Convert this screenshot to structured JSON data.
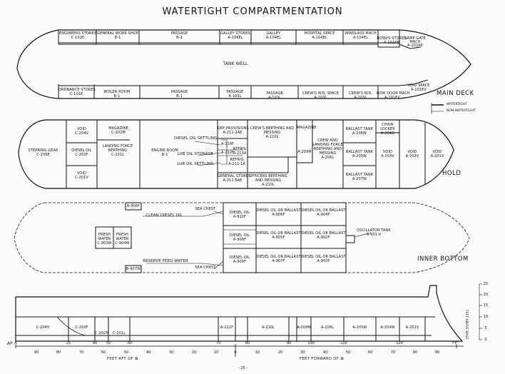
{
  "title": "WATERTIGHT COMPARTMENTATION",
  "deck_labels": {
    "main_deck": "MAIN DECK",
    "hold": "HOLD",
    "inner_bottom": "INNER BOTTOM"
  },
  "legend": {
    "watertight": "WATERTIGHT",
    "non_watertight": "NON-WATERTIGHT"
  },
  "main_deck": {
    "tank_well": "TANK WELL",
    "top": [
      {
        "name": "ENGINEERS STORES",
        "code": "C-102E"
      },
      {
        "name": "GENERAL WORK SHOP",
        "code": "B-1"
      },
      {
        "name": "PASSAGE",
        "code": "B-1"
      },
      {
        "name": "GALLEY STORES",
        "code": "A-104EL"
      },
      {
        "name": "GALLEY",
        "code": "A-104EL"
      },
      {
        "name": "HOSPITAL SPACE",
        "code": "A-104EL"
      },
      {
        "name": "WINDLASS MACH",
        "code": "A-104EL"
      },
      {
        "name": "BOSN'S STORES",
        "code": "A-102AE"
      },
      {
        "name": "RAMP GATE MACH",
        "code": "A-102AE"
      }
    ],
    "bottom": [
      {
        "name": "ORDNANCE STORES",
        "code": "C-101E"
      },
      {
        "name": "BOILER ROOM",
        "code": "B-1"
      },
      {
        "name": "PASSAGE",
        "code": "B-1"
      },
      {
        "name": "PASSAGE",
        "code": "A-103L"
      },
      {
        "name": "PASSAGE",
        "code": "A-103L"
      },
      {
        "name": "CREW'S W.R. SPACE",
        "code": "A-103L"
      },
      {
        "name": "CREW'S W.R.",
        "code": "A-103L"
      },
      {
        "name": "BOW DOOR MACH",
        "code": "A-101EV"
      },
      {
        "name": "VOID SPACE",
        "code": "A-101EV"
      }
    ]
  },
  "hold": [
    {
      "name": "STEERING GEAR",
      "code": "C-206E"
    },
    {
      "name": "VOID",
      "code": "C-204V"
    },
    {
      "name": "DIESEL OIL",
      "code": "C-203F"
    },
    {
      "name": "VOID",
      "code": "C-201V"
    },
    {
      "name": "MAGAZINE",
      "code": "C-202M"
    },
    {
      "name": "LANDING FORCE BERTHING",
      "code": "C-201L"
    },
    {
      "name": "ENGINE ROOM",
      "code": "B-1"
    },
    {
      "name": "DRY PROVISIONS",
      "code": "A-211-2AE"
    },
    {
      "name": "A-214F",
      "code": ""
    },
    {
      "name": "REFRIG",
      "code": "A-212F"
    },
    {
      "name": "REFRIG",
      "code": "A-213A"
    },
    {
      "name": "REFRIG",
      "code": "A-211-1A"
    },
    {
      "name": "GENERAL STORES",
      "code": "A-211-5AE"
    },
    {
      "name": "CREW'S BERTHING AND MESSING",
      "code": "A-210L"
    },
    {
      "name": "OFFICERS BERTHING AND MESSING",
      "code": "A-210L"
    },
    {
      "name": "MAGAZINE",
      "code": "A-209M"
    },
    {
      "name": "CREW AND LANDING FORCE BERTHING AND MESSING",
      "code": "A-206L"
    },
    {
      "name": "BALLAST TANK",
      "code": "A-206W"
    },
    {
      "name": "BALLAST TANK",
      "code": "A-205W"
    },
    {
      "name": "BALLAST TANK",
      "code": "A-207W"
    },
    {
      "name": "CHAIN LOCKER",
      "code": "A-204Q"
    },
    {
      "name": "VOID",
      "code": "A-203V"
    },
    {
      "name": "VOID",
      "code": "A-202V"
    },
    {
      "name": "VOID",
      "code": "A-201V"
    }
  ],
  "hold_notes": {
    "diesel_settling": "DIESEL OIL SETTLING",
    "lube_storage": "LUB OIL STORAGE",
    "lube_settling": "LUB OIL SETTLING"
  },
  "inner_bottom": {
    "clean_diesel": "CLEAN DIESEL OIL",
    "reserve_feed": "RESERVE FEED WATER",
    "sea_chest_top": "SEA CHEST",
    "sea_chest_bot": "SEA CHEST",
    "b906f": "B-906F",
    "b907w": "B-907W",
    "fresh1": "FRESH WATER",
    "fresh1_code": "C-903W",
    "fresh2": "FRESH WATER",
    "fresh2_code": "C-904W",
    "oscillator": "OSCILLATOR TANK",
    "oscillator_code": "A-901-V",
    "tanks": [
      {
        "name": "DIESEL OIL",
        "code": "A-910F"
      },
      {
        "name": "DIESEL OIL OR BALLAST",
        "code": "A-906F"
      },
      {
        "name": "DIESEL OIL OR BALLAST",
        "code": "A-904F"
      },
      {
        "name": "DIESEL OIL",
        "code": "A-908F"
      },
      {
        "name": "DIESEL OIL OR BALLAST",
        "code": "A-905F"
      },
      {
        "name": "DIESEL OIL OR BALLAST",
        "code": "A-902F"
      },
      {
        "name": "DIESEL OIL",
        "code": "A-909F"
      },
      {
        "name": "DIESEL OIL OR BALLAST",
        "code": "A-907F"
      },
      {
        "name": "DIESEL OIL OR BALLAST",
        "code": "A-903F"
      }
    ]
  },
  "profile": {
    "codes": [
      "C-204V",
      "C-203F",
      "C-202M",
      "C-201L",
      "A-211F",
      "A-210L",
      "A-209M",
      "A-206L",
      "A-205W",
      "A-204W",
      "A-202V"
    ],
    "ap": "AP",
    "fp": "FP",
    "aft_label": "FEET AFT OF ⊠",
    "fwd_label": "FEET FORWARD OF ⊠",
    "feet_above": "FEET ABOVE BASE",
    "right_scale": [
      "25",
      "20",
      "15",
      "10",
      "5",
      "0"
    ]
  },
  "axis": {
    "aft": [
      "90",
      "80",
      "70",
      "60",
      "50",
      "40",
      "30",
      "20",
      "10"
    ],
    "fwd": [
      "0",
      "10",
      "20",
      "30",
      "40",
      "50",
      "60",
      "70",
      "80",
      "90"
    ],
    "frames": [
      "A",
      "25",
      "40",
      "50",
      "60",
      "70",
      "80",
      "90",
      "100",
      "110",
      "120",
      "FP"
    ]
  },
  "page_number": "- 25 -"
}
